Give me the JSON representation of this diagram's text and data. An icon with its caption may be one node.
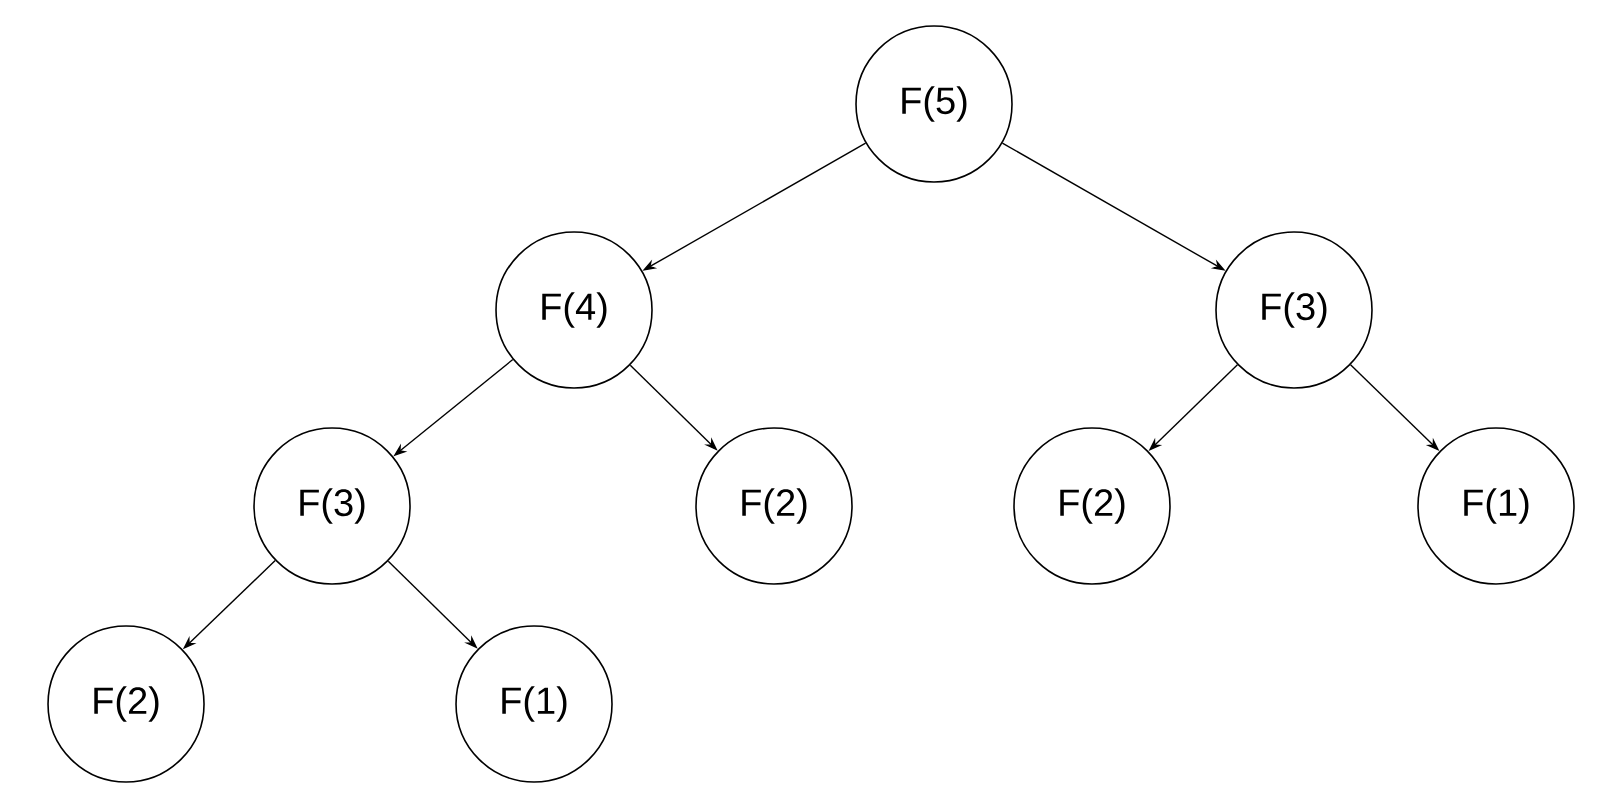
{
  "diagram": {
    "nodes": [
      {
        "text": [
          "F(5)"
        ]
      },
      {
        "text": [
          "F(4)"
        ]
      },
      {
        "text": [
          "F(3)"
        ]
      },
      {
        "text": [
          "F(3)"
        ]
      },
      {
        "text": [
          "F(2)"
        ]
      },
      {
        "text": [
          "F(2)"
        ]
      },
      {
        "text": [
          "F(1)"
        ]
      },
      {
        "text": [
          "F(2)"
        ]
      },
      {
        "text": [
          "F(1)"
        ]
      }
    ],
    "edges": [
      {
        "from": 0,
        "to": 1,
        "arrow": "to"
      },
      {
        "from": 0,
        "to": 2,
        "arrow": "to"
      },
      {
        "from": 1,
        "to": 3,
        "arrow": "to"
      },
      {
        "from": 1,
        "to": 4,
        "arrow": "to"
      },
      {
        "from": 2,
        "to": 5,
        "arrow": "to"
      },
      {
        "from": 2,
        "to": 6,
        "arrow": "to"
      },
      {
        "from": 3,
        "to": 7,
        "arrow": "to"
      },
      {
        "from": 3,
        "to": 8,
        "arrow": "to"
      }
    ]
  }
}
